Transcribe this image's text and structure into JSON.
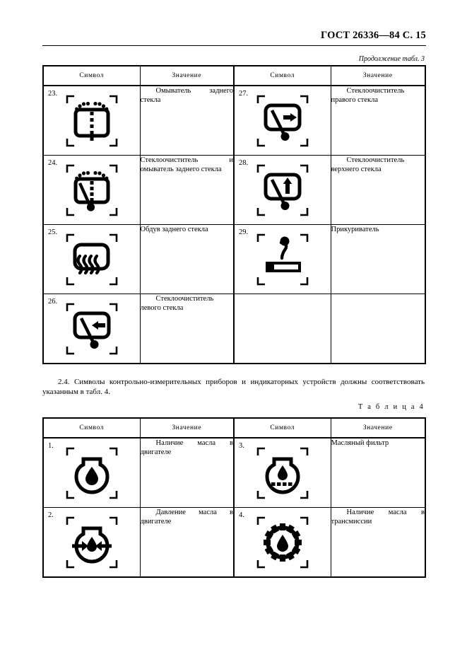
{
  "header": {
    "standard": "ГОСТ 26336—84 С. 15",
    "continuation_note": "Продолжение табл. 3",
    "table4_note": "Т а б л и ц а  4"
  },
  "columns": {
    "symbol": "Символ",
    "meaning": "Значение"
  },
  "table3": {
    "rows": [
      {
        "left": {
          "index": "23.",
          "icon": "rear-window-washer-icon",
          "meaning": "Омыватель заднего стекла"
        },
        "right": {
          "index": "27.",
          "icon": "right-window-wiper-icon",
          "meaning": "Стеклоочиститель правого стекла"
        }
      },
      {
        "left": {
          "index": "24.",
          "icon": "rear-window-wiper-washer-icon",
          "meaning": "Стеклоочиститель и омыватель заднего стекла"
        },
        "right": {
          "index": "28.",
          "icon": "upper-window-wiper-icon",
          "meaning": "Стеклоочиститель верхнего стекла"
        }
      },
      {
        "left": {
          "index": "25.",
          "icon": "rear-window-defroster-icon",
          "meaning": "Обдув заднего стекла"
        },
        "right": {
          "index": "29.",
          "icon": "cigarette-lighter-icon",
          "meaning": "Прикуриватель"
        }
      },
      {
        "left": {
          "index": "26.",
          "icon": "left-window-wiper-icon",
          "meaning": "Стеклоочиститель левого стекла"
        },
        "right": {
          "index": "",
          "icon": "",
          "meaning": ""
        }
      }
    ]
  },
  "paragraph": "2.4. Символы контрольно-измерительных приборов и индикаторных устройств должны соответствовать указанным в табл. 4.",
  "table4": {
    "rows": [
      {
        "left": {
          "index": "1.",
          "icon": "engine-oil-level-icon",
          "meaning": "Наличие масла в двигателе"
        },
        "right": {
          "index": "3.",
          "icon": "oil-filter-icon",
          "meaning": "Масляный фильтр"
        }
      },
      {
        "left": {
          "index": "2.",
          "icon": "engine-oil-pressure-icon",
          "meaning": "Давление масла в двигателе"
        },
        "right": {
          "index": "4.",
          "icon": "transmission-oil-level-icon",
          "meaning": "Наличие масла в трансмиссии"
        }
      }
    ]
  },
  "colors": {
    "ink": "#000000",
    "paper": "#ffffff"
  }
}
